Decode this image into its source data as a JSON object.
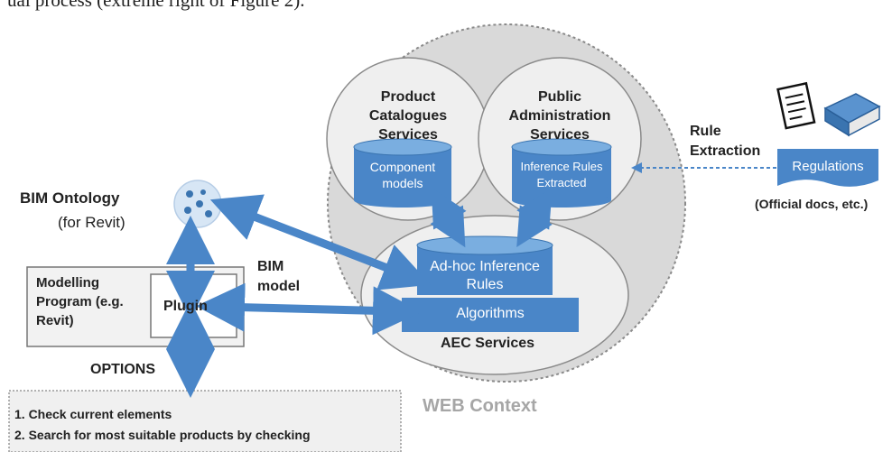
{
  "intro_text": "ual process (extreme right of Figure 2).",
  "web_context": {
    "label": "WEB Context",
    "product": {
      "title": "Product Catalogues Services",
      "db_label": "Component models"
    },
    "public": {
      "title": "Public Administration Services",
      "db_label": "Inference Rules Extracted"
    },
    "aec": {
      "title": "AEC Services",
      "db_label": "Ad-hoc Inference Rules",
      "algorithms": "Algorithms"
    }
  },
  "rule_extraction": "Rule Extraction",
  "regulations": {
    "label": "Regulations",
    "caption": "(Official docs, etc.)"
  },
  "bim_ontology": {
    "title": "BIM Ontology",
    "subtitle": "(for Revit)"
  },
  "modelling_program": {
    "label": "Modelling Program (e.g. Revit)",
    "plugin": "Plugin"
  },
  "bim_model": "BIM model",
  "options": {
    "title": "OPTIONS",
    "items": [
      "1. Check current elements",
      "2. Search for most suitable products by checking"
    ]
  },
  "colors": {
    "accent_blue": "#4a86c8",
    "db_top": "#6fa3da",
    "circle_fill": "#dedede",
    "circle_border": "#8a8a8a"
  }
}
